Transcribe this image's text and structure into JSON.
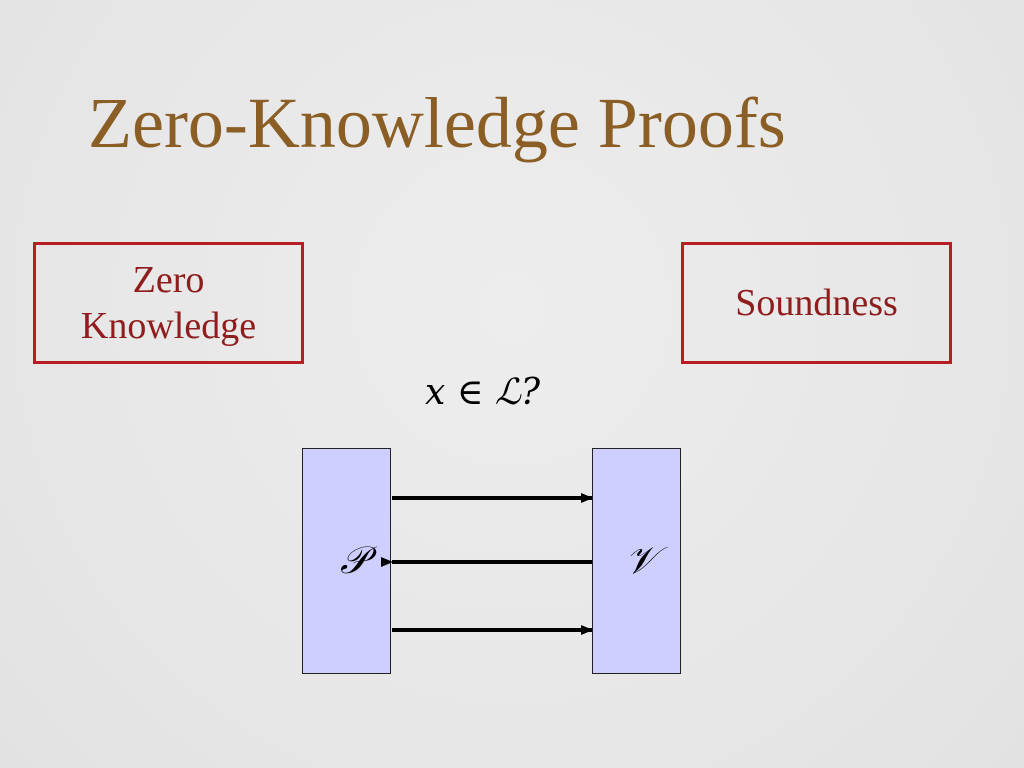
{
  "slide": {
    "title": "Zero-Knowledge Proofs",
    "left_box": {
      "line1": "Zero",
      "line2": "Knowledge"
    },
    "right_box": {
      "label": "Soundness"
    },
    "question": "x ∈ ℒ?",
    "prover_symbol": "𝒫",
    "verifier_symbol": "𝒱"
  },
  "colors": {
    "title": "#8a5e24",
    "box_border": "#b51f23",
    "box_text": "#8f1d1d",
    "party_fill": "#cfcfff"
  }
}
